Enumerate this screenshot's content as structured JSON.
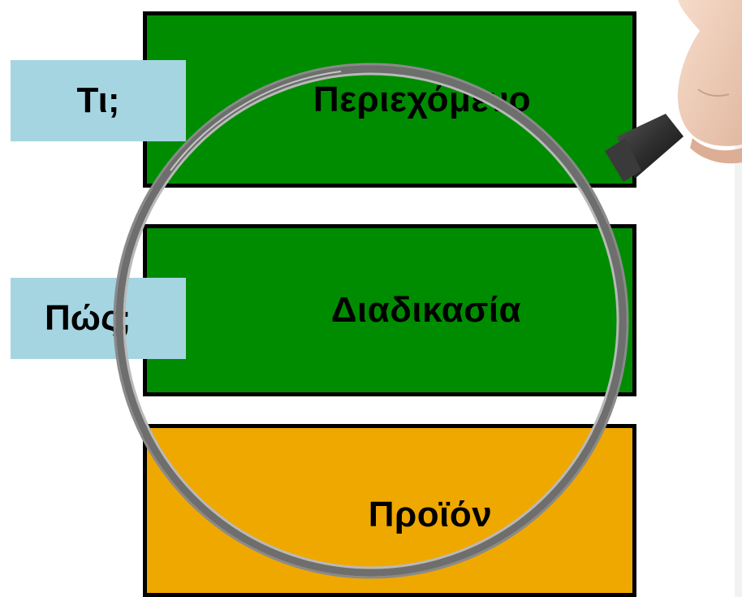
{
  "questions": {
    "what": "Τι;",
    "how": "Πώς;"
  },
  "boxes": {
    "content": "Περιεχόμενο",
    "process": "Διαδικασία",
    "product": "Προϊόν"
  },
  "colors": {
    "content_fill": "#008c00",
    "process_fill": "#008c00",
    "product_fill": "#efa800",
    "question_fill": "#a6d5e2",
    "border": "#000000"
  },
  "icons": {
    "magnifier": "magnifying-glass-icon",
    "hand": "hand-icon"
  }
}
